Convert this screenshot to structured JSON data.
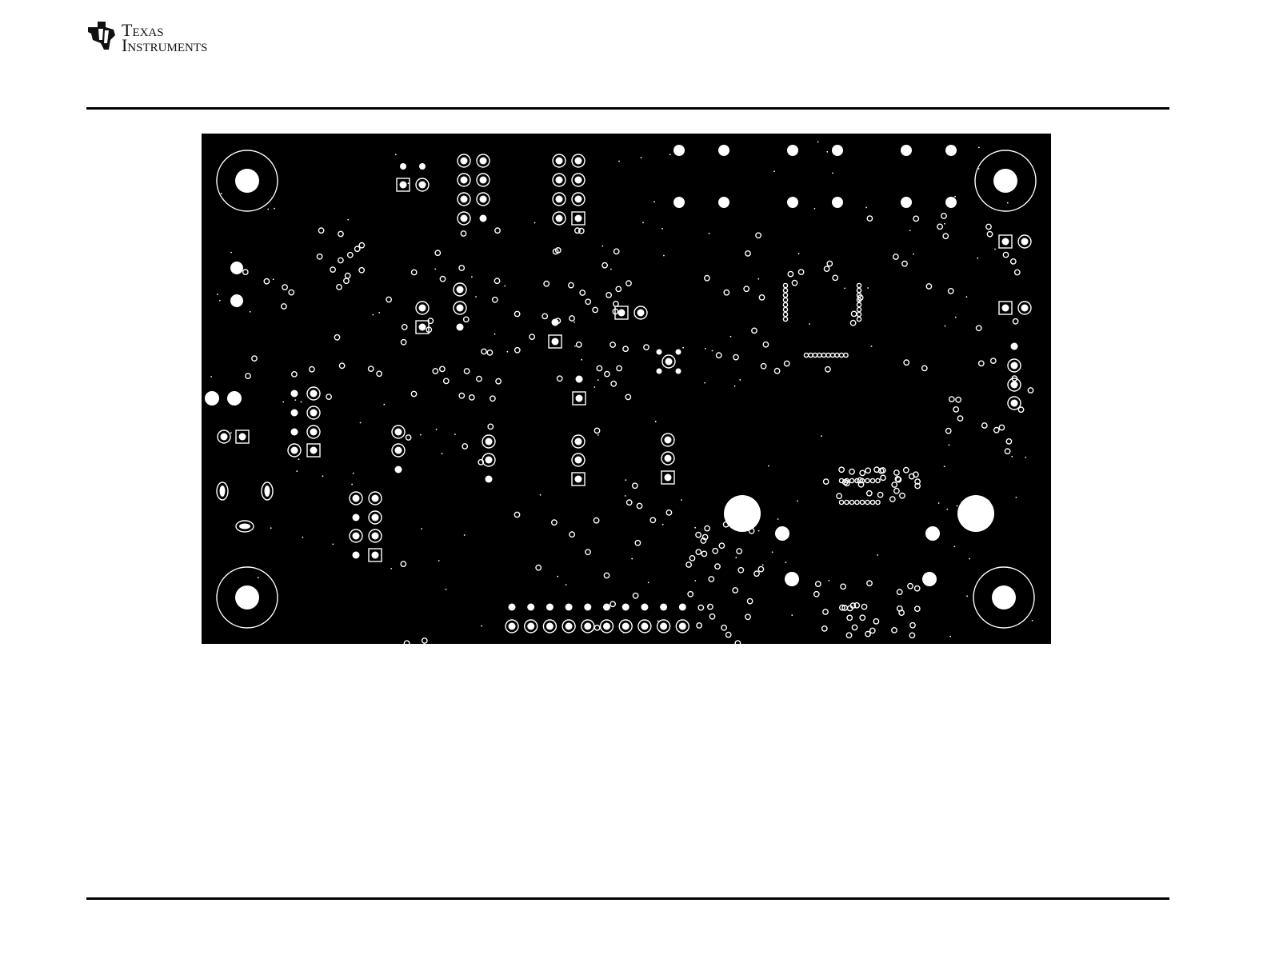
{
  "header": {
    "brand_line1": "Texas",
    "brand_line2": "Instruments",
    "logo_icon": "ti-chip-logo"
  },
  "figure": {
    "description_icon": "pcb-layer-image",
    "colors": {
      "board": "#000000",
      "features": "#ffffff"
    }
  }
}
